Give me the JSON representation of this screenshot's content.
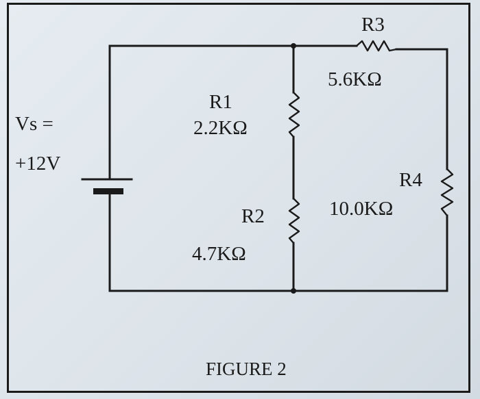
{
  "source": {
    "label_line1": "Vs =",
    "label_line2": "+12V"
  },
  "resistors": {
    "r1": {
      "name": "R1",
      "value": "2.2KΩ"
    },
    "r2": {
      "name": "R2",
      "value": "4.7KΩ"
    },
    "r3": {
      "name": "R3",
      "value": "5.6KΩ"
    },
    "r4": {
      "name": "R4",
      "value": "10.0KΩ"
    }
  },
  "caption": "FIGURE 2"
}
